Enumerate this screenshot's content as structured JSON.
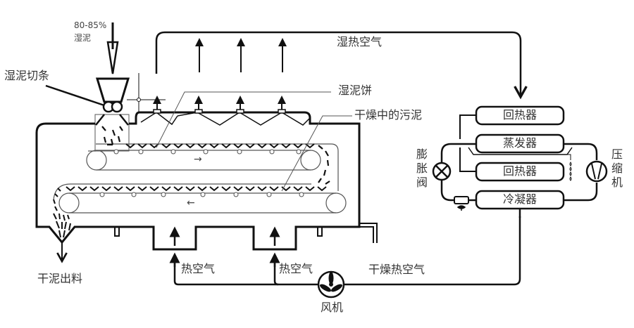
{
  "diagram": {
    "title_labels": {
      "feed_moisture": "80-85%",
      "feed_material": "湿泥",
      "wet_sludge_strips": "湿泥切条",
      "humid_hot_air": "湿热空气",
      "wet_sludge_cake": "湿泥饼",
      "sludge_in_drying": "干燥中的污泥",
      "dry_sludge_output": "干泥出料",
      "hot_air_1": "热空气",
      "hot_air_2": "热空气",
      "dried_hot_air": "干燥热空气",
      "fan": "风机",
      "expansion_valve": "膨胀阀",
      "compressor": "压缩机"
    },
    "heat_pump_components": [
      {
        "id": "regenerator-top",
        "label": "回热器"
      },
      {
        "id": "evaporator",
        "label": "蒸发器"
      },
      {
        "id": "regenerator-bottom",
        "label": "回热器"
      },
      {
        "id": "condenser",
        "label": "冷凝器"
      }
    ],
    "belt_direction_symbols": {
      "upper_belt": "→",
      "lower_belt": "←"
    },
    "icons": [
      "hopper-icon",
      "cutter-rollers-icon",
      "fan-icon",
      "expansion-valve-icon",
      "compressor-icon",
      "condensate-drops-icon",
      "filter-drier-icon"
    ],
    "colors": {
      "line": "#111111",
      "thin_line": "#555555",
      "text": "#333333",
      "background": "#ffffff"
    }
  }
}
